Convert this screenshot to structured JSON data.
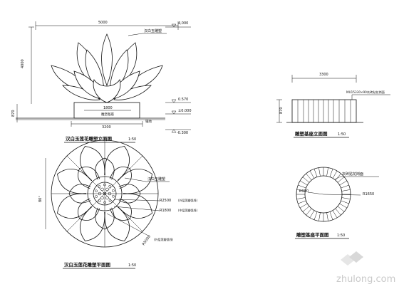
{
  "elevation": {
    "dim_width_total": "5000",
    "dim_height_total": "4000",
    "dim_base_top": "4,000",
    "label_material": "汉白玉雕塑",
    "dim_base_h": "870",
    "dim_inner_w": "1800",
    "label_base_stone": "雕塑基座",
    "dim_base_w": "3200",
    "level_top": "0.570",
    "level_zero": "±0.000",
    "level_ground": "铺地",
    "level_low": "-0.300",
    "title": "汉白玉莲花雕塑立面图",
    "scale": "1:50"
  },
  "base_elevation": {
    "dim_w": "3300",
    "dim_h": "870",
    "label": "MU15330×90灰砖贴花岗面",
    "title": "雕塑基座立面图",
    "scale": "1:50"
  },
  "plan": {
    "dim_side": "80°",
    "label_material": "汉白玉雕塑",
    "r1": "R2500",
    "r1_note": "(外层莲瓣弧线)",
    "r2": "R1800",
    "r2_note": "(中层莲瓣弧线)",
    "r3": "R5000",
    "r3_note": "(外层莲瓣弧线)",
    "title": "汉白玉莲花雕塑平面图",
    "scale": "1:50"
  },
  "base_plan": {
    "label": "灰砖贴花岗面",
    "r_inner": "R900",
    "r_outer": "R1650",
    "title": "雕塑基座平面图",
    "scale": "1:50"
  },
  "watermark": "zhulong.com"
}
